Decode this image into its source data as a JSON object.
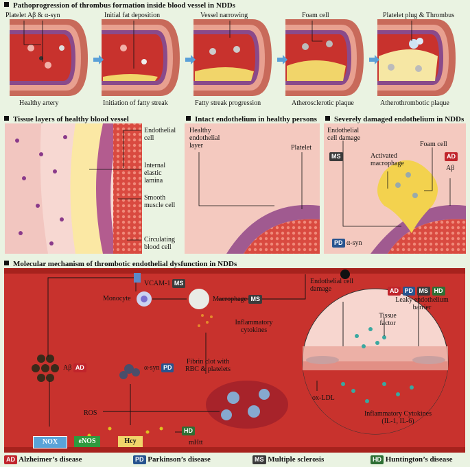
{
  "colors": {
    "ad": "#c0242b",
    "pd": "#27548f",
    "ms": "#3b3b3b",
    "hd": "#2e6f34",
    "blood": "#c8322d",
    "background": "#eaf3e2"
  },
  "top": {
    "title": "Pathoprogression of thrombus formation inside blood vessel in NDDs",
    "stage_captions": [
      "Healthy artery",
      "Initiation of fatty streak",
      "Fatty streak progression",
      "Atherosclerotic plaque",
      "Atherothrombotic plaque"
    ],
    "stage_labels": [
      "Platelet Aβ & α-syn",
      "Initial fat deposition",
      "Vessel narrowing",
      "Foam cell",
      "Platelet plug & Thrombus"
    ]
  },
  "tissue": {
    "title": "Tissue layers of healthy blood vessel",
    "labels": [
      "Endothelial cell",
      "Internal elastic lamina",
      "Smooth muscle cell",
      "Circulating blood cell"
    ]
  },
  "intact": {
    "title": "Intact endothelium in healthy persons",
    "layer_label": "Healthy endothelial layer",
    "platelet_label": "Platelet"
  },
  "damaged": {
    "title": "Severely damaged endothelium in NDDs",
    "damage_label": "Endothelial cell damage",
    "macrophage_label": "Activated macrophage",
    "foam_label": "Foam cell",
    "abeta_label": "Aβ",
    "asyn_label": "α-syn",
    "badge_ms": "MS",
    "badge_ad": "AD",
    "badge_pd": "PD"
  },
  "molecular": {
    "title": "Molecular mechanism of thrombotic endothelial dysfunction in NDDs",
    "vcam": "VCAM-1",
    "monocyte": "Monocyte",
    "macrophage": "Macrophage",
    "cytokines": "Inflammatory cytokines",
    "abeta": "Aβ",
    "asyn": "α-syn",
    "fibrin": "Fibrin clot with RBC & platelets",
    "ros": "ROS",
    "nox": "NOX",
    "enos": "eNOS",
    "hcy": "Hcy",
    "mhtt": "mHtt",
    "endo_damage": "Endothelial cell damage",
    "leaky": "Leaky endothelium barrier",
    "tissue_factor": "Tissue factor",
    "oxldl": "ox-LDL",
    "infl_il": "Inflammatory Cytokines (IL-1, IL-6)",
    "badge_ms": "MS",
    "badge_ad": "AD",
    "badge_pd": "PD",
    "badge_hd": "HD"
  },
  "legend": [
    {
      "code": "AD",
      "name": "Alzheimer’s disease"
    },
    {
      "code": "PD",
      "name": "Parkinson’s disease"
    },
    {
      "code": "MS",
      "name": "Multiple sclerosis"
    },
    {
      "code": "HD",
      "name": "Huntington’s disease"
    }
  ]
}
